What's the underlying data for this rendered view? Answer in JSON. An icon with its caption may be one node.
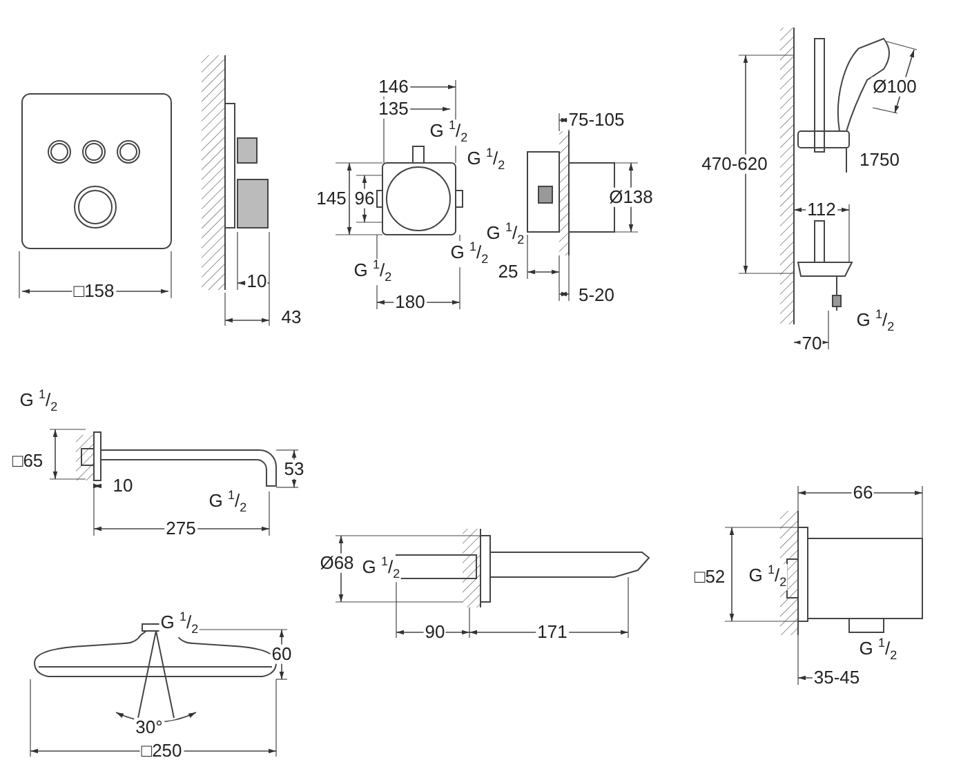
{
  "diagram": {
    "labels": [
      "□158",
      "10",
      "43",
      "146",
      "135",
      "G $^{1}$/$_{2}$",
      "G $^{1}$/$_{2}$",
      "145",
      "96",
      "G $^{1}$/$_{2}$",
      "G $^{1}$/$_{2}$",
      "180",
      "75-105",
      "Ø138",
      "G $^{1}$/$_{2}$",
      "25",
      "5-20",
      "Ø100",
      "470-620",
      "1750",
      "112",
      "G $^{1}$/$_{2}$",
      "70",
      "G $^{1}$/$_{2}$",
      "□65",
      "10",
      "53",
      "G $^{1}$/$_{2}$",
      "275",
      "Ø68",
      "G $^{1}$/$_{2}$",
      "90",
      "171",
      "66",
      "□52",
      "G $^{1}$/$_{2}$",
      "G $^{1}$/$_{2}$",
      "35-45",
      "G $^{1}$/$_{2}$",
      "60",
      "30°",
      "□250"
    ]
  }
}
